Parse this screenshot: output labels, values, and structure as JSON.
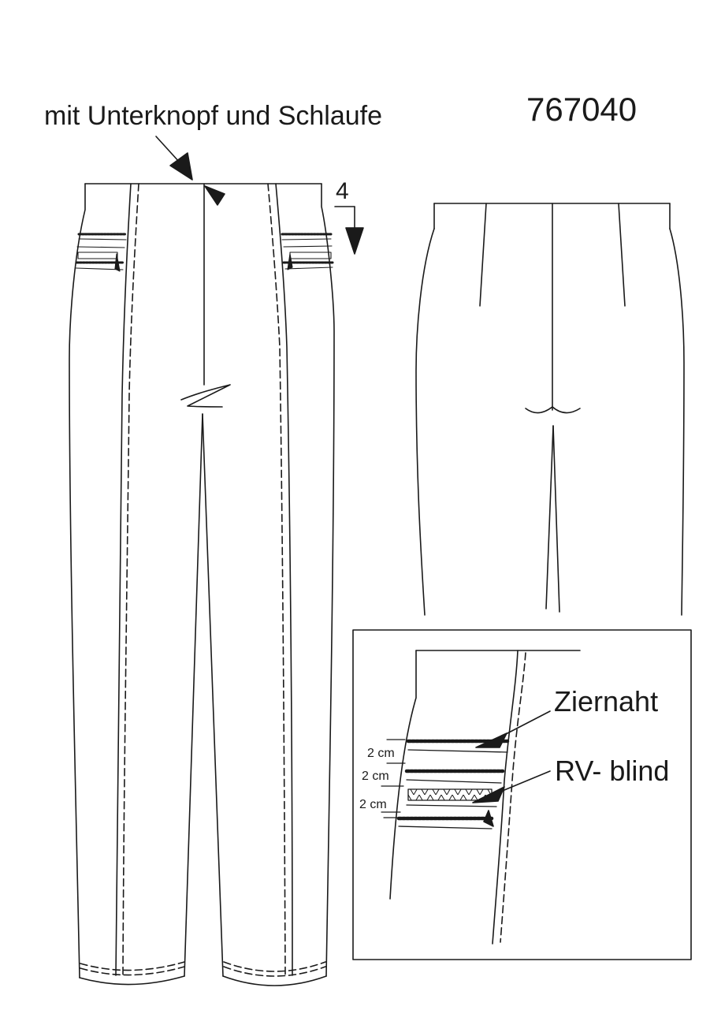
{
  "model_number": "767040",
  "annotations": {
    "waistband_note": "mit Unterknopf und Schlaufe",
    "waistband_height": "4",
    "decorative_seam": "Ziernaht",
    "concealed_zipper": "RV- blind"
  },
  "detail_spacings": [
    "2 cm",
    "2 cm",
    "2 cm"
  ],
  "colors": {
    "line": "#1a1a1a",
    "background": "#ffffff"
  }
}
